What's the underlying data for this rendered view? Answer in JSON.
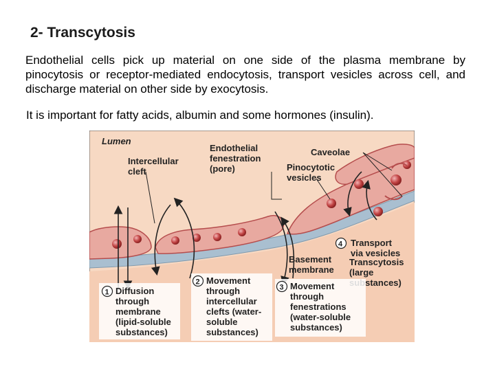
{
  "slide": {
    "title": "2- Transcytosis",
    "paragraph": "Endothelial cells pick up material on one side of the plasma membrane by pinocytosis or receptor-mediated endocytosis,  transport vesicles across cell, and discharge material on other side by exocytosis.",
    "paragraph2": "It is important for fatty acids, albumin and some hormones (insulin)."
  },
  "figure": {
    "labels": {
      "lumen": "Lumen",
      "intercellular_cleft": [
        "Intercellular",
        "cleft"
      ],
      "endothelial_fenestration": [
        "Endothelial",
        "fenestration",
        "(pore)"
      ],
      "caveolae": "Caveolae",
      "pinocytotic_vesicles": [
        "Pinocytotic",
        "vesicles"
      ],
      "basement_membrane": [
        "Basement",
        "membrane"
      ],
      "transcytosis": [
        "Transcytosis",
        "(large",
        "substances)"
      ]
    },
    "numbered": {
      "n1": "1",
      "n2": "2",
      "n3": "3",
      "n4": "4",
      "diffusion": [
        "Diffusion",
        "through",
        "membrane",
        "(lipid-soluble",
        "substances)"
      ],
      "movement_clefts": [
        "Movement",
        "through",
        "intercellular",
        "clefts (water-",
        "soluble",
        "substances)"
      ],
      "movement_fenestrations": [
        "Movement",
        "through",
        "fenestrations",
        "(water-soluble",
        "substances)"
      ],
      "transport_vesicles": [
        "Transport",
        "via vesicles"
      ]
    },
    "colors": {
      "background": "#f7d9c3",
      "cell": "#e8a9a0",
      "cell_edge": "#b54d4d",
      "vesicle": "#b83b3b",
      "basement": "#a9bfd0",
      "label_box": "#ffffff"
    }
  }
}
